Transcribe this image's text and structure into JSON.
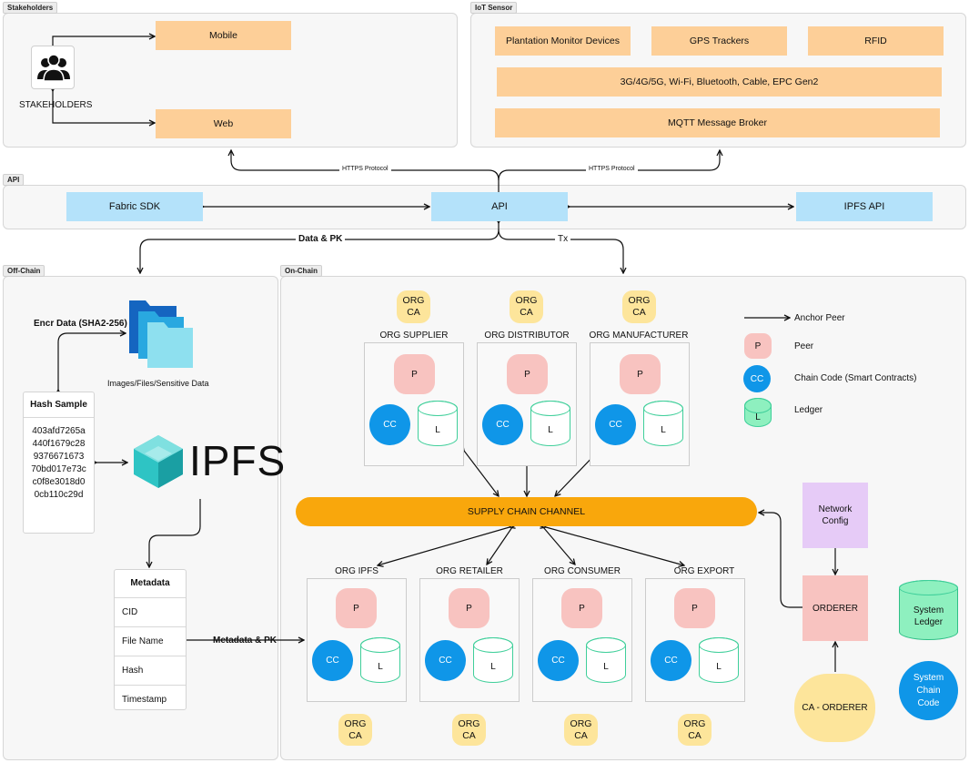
{
  "sections": {
    "stakeholders": "Stakeholders",
    "iot": "IoT Sensor",
    "api": "API",
    "offchain": "Off-Chain",
    "onchain": "On-Chain"
  },
  "stakeholders": {
    "label": "STAKEHOLDERS",
    "mobile": "Mobile",
    "web": "Web"
  },
  "iot": {
    "plantation": "Plantation Monitor Devices",
    "gps": "GPS Trackers",
    "rfid": "RFID",
    "network": "3G/4G/5G, Wi-Fi, Bluetooth, Cable, EPC Gen2",
    "mqtt": "MQTT Message Broker"
  },
  "api": {
    "fabric_sdk": "Fabric SDK",
    "api": "API",
    "ipfs_api": "IPFS API",
    "https_left": "HTTPS Protocol",
    "https_right": "HTTPS Protocol",
    "data_pk": "Data & PK",
    "tx": "Tx"
  },
  "offchain": {
    "encr": "Encr Data (SHA2-256)",
    "files": "Images/Files/Sensitive Data",
    "hash_title": "Hash Sample",
    "hash_lines": [
      "403afd7265a",
      "440f1679c28",
      "9376671673",
      "70bd017e73c",
      "c0f8e3018d0",
      "0cb110c29d"
    ],
    "ipfs": "IPFS",
    "metadata_title": "Metadata",
    "metadata_rows": [
      "CID",
      "File Name",
      "Hash",
      "Timestamp"
    ],
    "metadata_pk": "Metadata & PK"
  },
  "onchain": {
    "ca": "ORG\nCA",
    "peer": "P",
    "cc": "CC",
    "ledger": "L",
    "top_orgs": [
      "ORG SUPPLIER",
      "ORG DISTRIBUTOR",
      "ORG MANUFACTURER"
    ],
    "bottom_orgs": [
      "ORG IPFS",
      "ORG RETAILER",
      "ORG CONSUMER",
      "ORG EXPORT"
    ],
    "channel": "SUPPLY CHAIN CHANNEL",
    "network_config": "Network Config",
    "orderer": "ORDERER",
    "ca_orderer": "CA - ORDERER",
    "system_ledger": "System Ledger",
    "system_chain_code": "System Chain Code"
  },
  "legend": {
    "anchor": "Anchor Peer",
    "peer_symbol": "P",
    "peer": "Peer",
    "cc_symbol": "CC",
    "cc": "Chain Code (Smart Contracts)",
    "ledger_symbol": "L",
    "ledger": "Ledger"
  },
  "colors": {
    "iot_orange": "#fdcf98",
    "api_blue": "#b4e2fa",
    "ca_yellow": "#fde59b",
    "peer_pink": "#f8c3c0",
    "cc_blue": "#0f96e8",
    "ledger_green": "#3fcf9a",
    "channel_orange": "#f9a70c",
    "network_config_purple": "#e6cbf7",
    "system_ledger_green": "#8ef0bf",
    "ipfs_teal": "#2ec4c4"
  }
}
